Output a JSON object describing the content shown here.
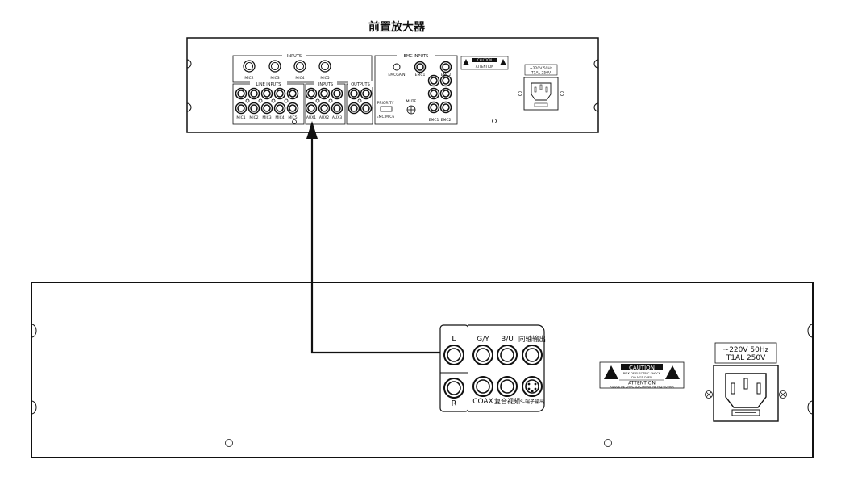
{
  "title": "前置放大器",
  "preamp": {
    "inputs_label": "INPUTS",
    "mic_top": [
      "MIC2",
      "MIC3",
      "MIC4",
      "MIC5"
    ],
    "emc_inputs_label": "EMC INPUTS",
    "emc_gain": "EMCGAIN",
    "emc1_top": "EMC1",
    "emc2_top": "EMC2",
    "line_inputs_label": "LINE INPUTS",
    "inputs2_label": "INPUTS",
    "outputs_label": "OUTPUTS",
    "mic_bottom": [
      "MIC1",
      "MIC2",
      "MIC3",
      "MIC4",
      "MIC5"
    ],
    "aux": [
      "AUX1",
      "AUX2",
      "AUX3"
    ],
    "priority": "PRIORITY",
    "priority_options": "EMC  MIC6",
    "mute": "MUTE",
    "emc_bottom": [
      "EMC1",
      "EMC2"
    ],
    "caution": "CAUTION",
    "attention": "ATTENTION",
    "power_line1": "~220V 50Hz",
    "power_line2": "T1AL 250V"
  },
  "player": {
    "left": "L",
    "right": "R",
    "gy": "G/Y",
    "bu": "B/U",
    "coax_out": "同轴输出",
    "coax": "COAX",
    "composite": "复合视频",
    "svideo": "S-端子输出",
    "caution": "CAUTION",
    "caution_sub1": "RISK OF ELECTRIC SHOCK",
    "caution_sub2": "DO NOT OPEN",
    "attention": "ATTENTION",
    "attention_sub": "RISQUE DE CHOC ELECTRIQUE NE PAS OUVRIR",
    "power_line1": "~220V 50Hz",
    "power_line2": "T1AL 250V"
  }
}
